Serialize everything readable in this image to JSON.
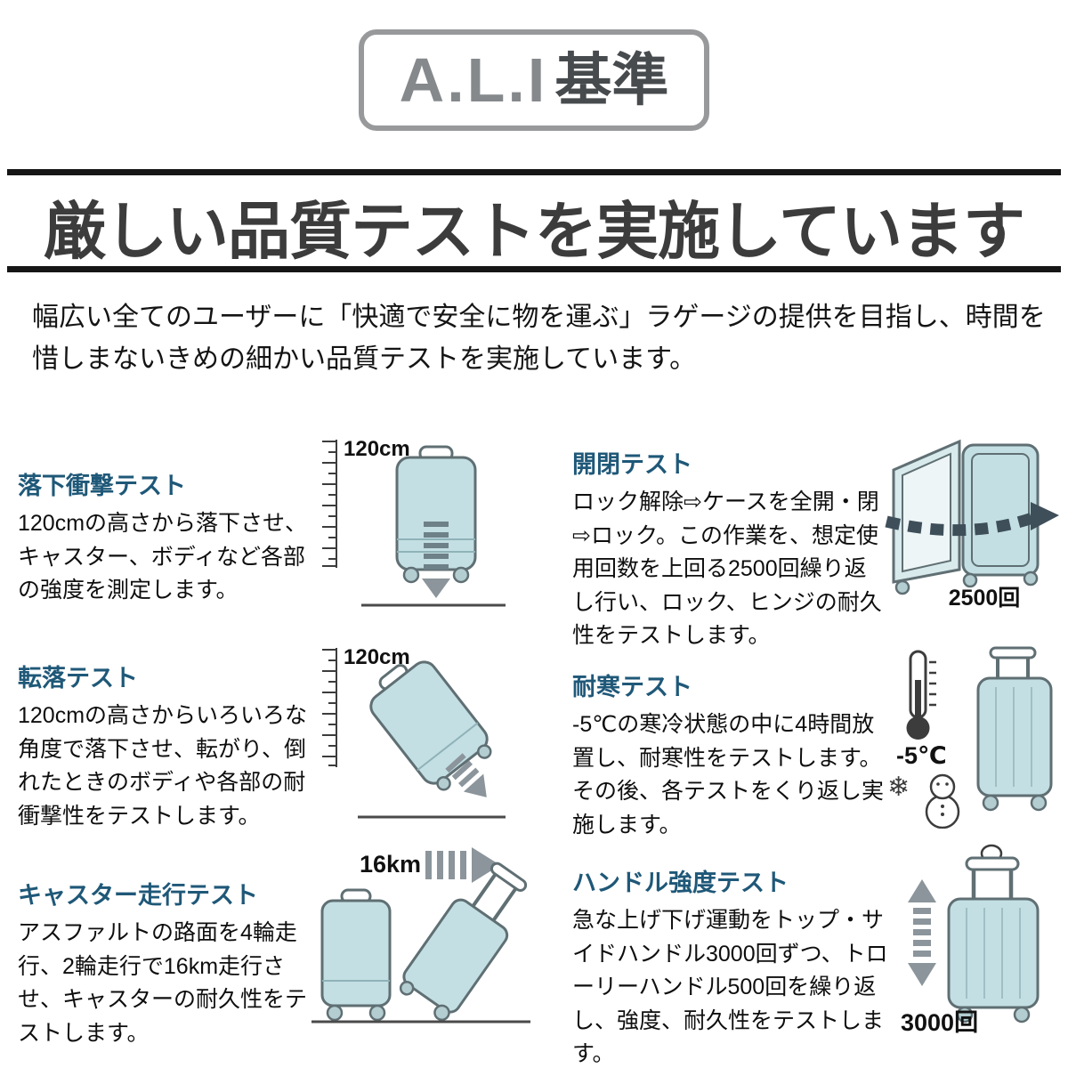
{
  "badge": {
    "brand": "A.L.I",
    "suffix": "基準"
  },
  "heading": "厳しい品質テストを実施しています",
  "intro": "幅広い全てのユーザーに「快適で安全に物を運ぶ」ラゲージの提供を目指し、時間を惜しまないきめの細かい品質テストを実施しています。",
  "tests": [
    {
      "id": "drop-impact",
      "title": "落下衝撃テスト",
      "body": "120cmの高さから落下させ、キャスター、ボディなど各部の強度を測定します。",
      "label": "120cm"
    },
    {
      "id": "open-close",
      "title": "開閉テスト",
      "body": "ロック解除⇨ケースを全開・閉⇨ロック。この作業を、想定使用回数を上回る2500回繰り返し行い、ロック、ヒンジの耐久性をテストします。",
      "label": "2500回"
    },
    {
      "id": "tumble",
      "title": "転落テスト",
      "body": "120cmの高さからいろいろな角度で落下させ、転がり、倒れたときのボディや各部の耐衝撃性をテストします。",
      "label": "120cm"
    },
    {
      "id": "cold-resistance",
      "title": "耐寒テスト",
      "body": "-5℃の寒冷状態の中に4時間放置し、耐寒性をテストします。その後、各テストをくり返し実施します。",
      "label": "-5℃"
    },
    {
      "id": "caster-run",
      "title": "キャスター走行テスト",
      "body": "アスファルトの路面を4輪走行、2輪走行で16km走行させ、キャスターの耐久性をテストします。",
      "label": "16km"
    },
    {
      "id": "handle-strength",
      "title": "ハンドル強度テスト",
      "body": "急な上げ下げ運動をトップ・サイドハンドル3000回ずつ、トローリーハンドル500回を繰り返し、強度、耐久性をテストします。",
      "label": "3000回"
    }
  ],
  "icons": {
    "snowflake": "❄"
  },
  "colors": {
    "title_blue": "#1f5878",
    "suitcase_fill": "#c3dfe3",
    "suitcase_stroke": "#5f6f73",
    "arrow_gray": "#8b959b",
    "band_dark": "#3e4f5a"
  }
}
